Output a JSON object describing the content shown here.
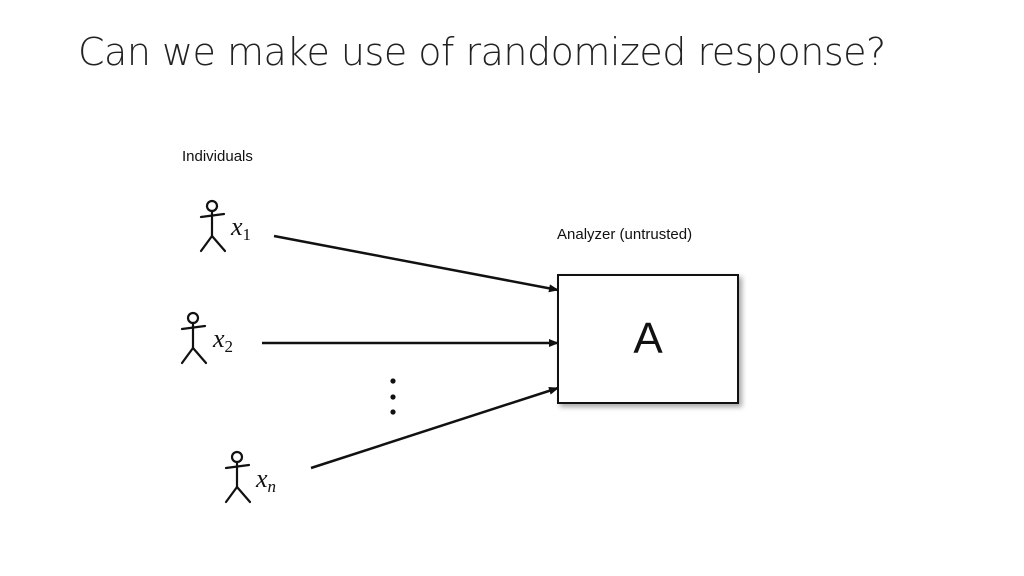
{
  "slide": {
    "title": "Can we make use of randomized response?"
  },
  "diagram": {
    "individuals_label": "Individuals",
    "analyzer_label": "Analyzer (untrusted)",
    "analyzer_box_text": "A",
    "ellipsis": "⋮",
    "individuals": [
      {
        "symbol": "x",
        "subscript": "1"
      },
      {
        "symbol": "x",
        "subscript": "2"
      },
      {
        "symbol": "x",
        "subscript": "n"
      }
    ]
  }
}
